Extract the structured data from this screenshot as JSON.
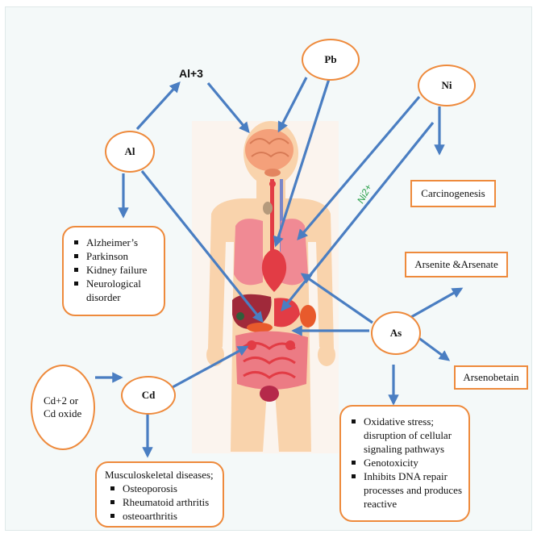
{
  "nodes": {
    "al": "Al",
    "al3": "Al+3",
    "pb": "Pb",
    "ni": "Ni",
    "ni2": "Ni2+",
    "as": "As",
    "cd": "Cd",
    "cd_source": "Cd+2 or Cd oxide"
  },
  "boxes": {
    "carcinogenesis": "Carcinogenesis",
    "arsenite": "Arsenite &Arsenate",
    "arsenobetain": "Arsenobetain",
    "al_effects": [
      "Alzheimer’s",
      "Parkinson",
      "Kidney failure",
      "Neurological disorder"
    ],
    "as_effects": [
      "Oxidative stress; disruption of cellular signaling pathways",
      "Genotoxicity",
      "Inhibits DNA repair processes and produces reactive"
    ],
    "cd_title": "Musculoskeletal diseases;",
    "cd_effects": [
      "Osteoporosis",
      "Rheumatoid arthritis",
      "osteoarthritis"
    ]
  },
  "colors": {
    "arrow": "#4a7ec2",
    "outline": "#ee8a3c",
    "skin": "#f9d3ac",
    "organ_red": "#e23c45",
    "organ_pink": "#f08a94",
    "liver": "#a0293a",
    "brain": "#f4a07a"
  }
}
